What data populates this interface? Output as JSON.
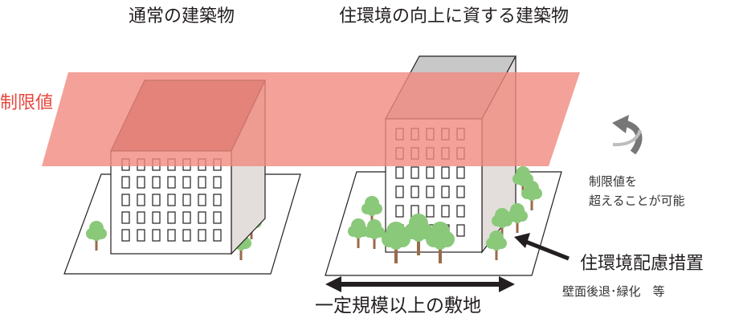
{
  "titles": {
    "normal": "通常の建築物",
    "improved": "住環境の向上に資する建築物"
  },
  "labels": {
    "limit": "制限値",
    "exceed_line1": "制限値を",
    "exceed_line2": "超えることが可能",
    "measures_main": "住環境配慮措置",
    "measures_sub": "壁面後退･緑化　等",
    "site": "一定規模以上の敷地"
  },
  "colors": {
    "limit_plane": "#f08a80",
    "limit_text": "#e8483e",
    "tree_green": "#8ac97a",
    "trunk": "#9a6a4a",
    "roof_normal": "#b46a63",
    "roof_tall": "#c8c8c8",
    "outline": "#231f20"
  }
}
